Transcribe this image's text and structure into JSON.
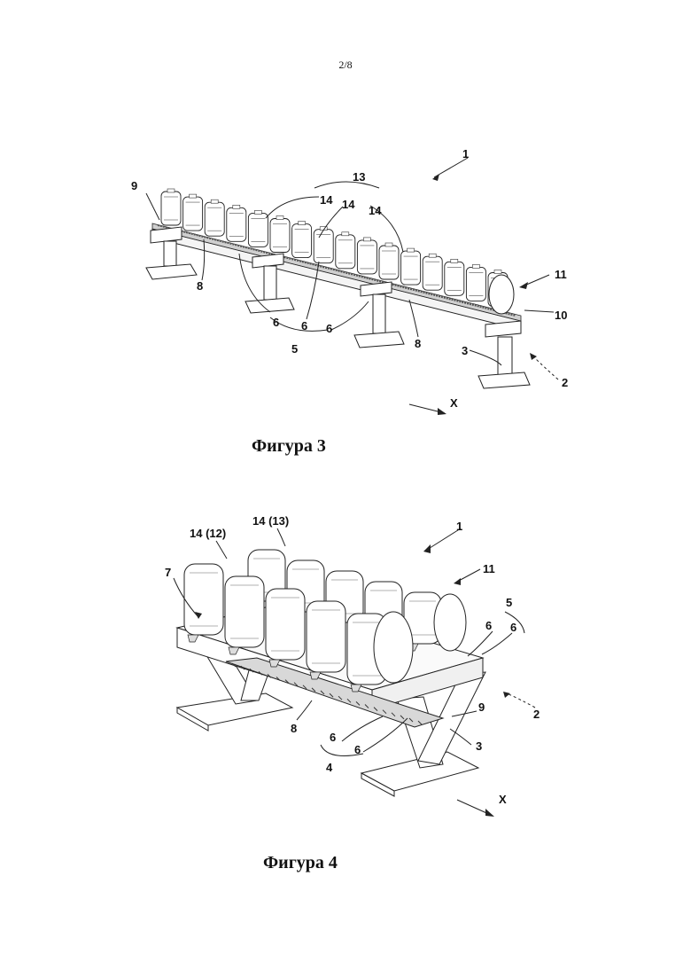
{
  "page_number": "2/8",
  "figure3": {
    "caption": "Фигура 3",
    "labels": {
      "l1": "1",
      "l2": "2",
      "l3": "3",
      "l5": "5",
      "l6a": "6",
      "l6b": "6",
      "l6c": "6",
      "l8a": "8",
      "l8b": "8",
      "l9": "9",
      "l10": "10",
      "l11": "11",
      "l13": "13",
      "l14a": "14",
      "l14b": "14",
      "l14c": "14",
      "x": "X"
    }
  },
  "figure4": {
    "caption": "Фигура 4",
    "labels": {
      "l1": "1",
      "l2": "2",
      "l3": "3",
      "l4": "4",
      "l5": "5",
      "l6a": "6",
      "l6b": "6",
      "l6c": "6",
      "l6d": "6",
      "l7": "7",
      "l8": "8",
      "l9": "9",
      "l11": "11",
      "l14_12": "14 (12)",
      "l14_13": "14 (13)",
      "x": "X"
    }
  }
}
